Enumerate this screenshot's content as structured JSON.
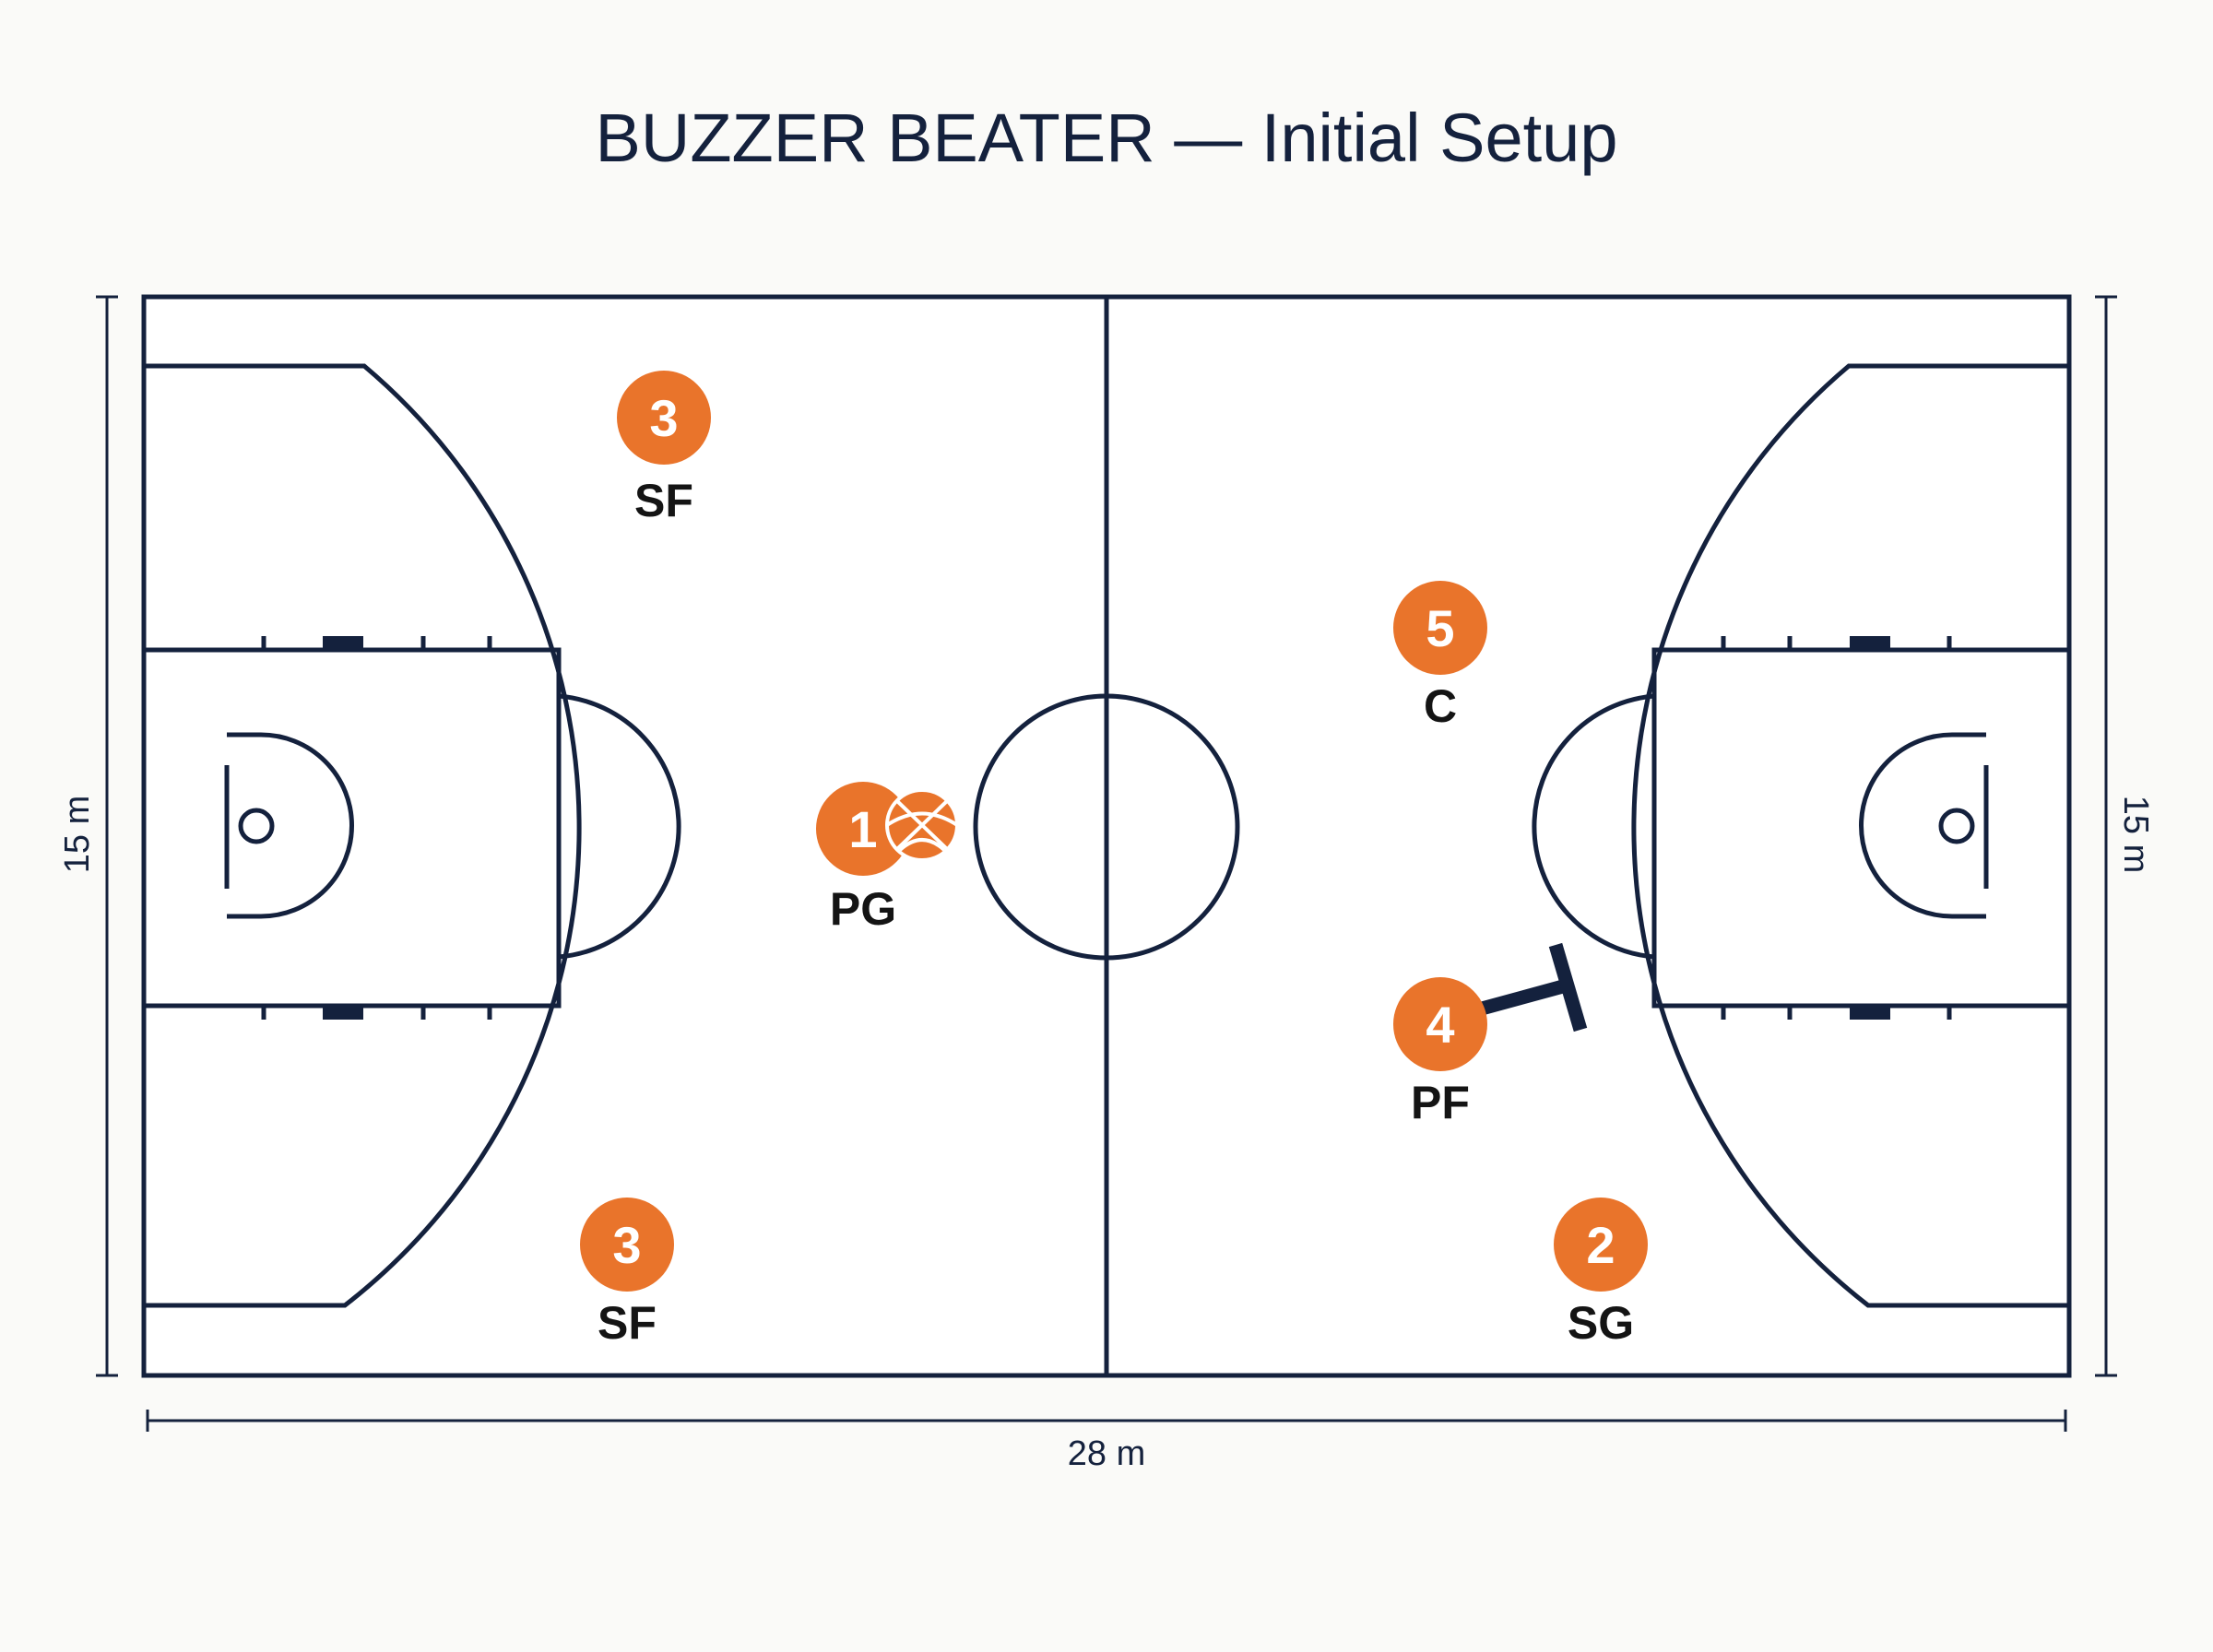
{
  "title": "BUZZER BEATER — Initial Setup",
  "dimensions": {
    "width_label": "28 m",
    "height_label": "15 m"
  },
  "colors": {
    "court_line": "#14213d",
    "player": "#e9742b",
    "background": "#fafaf8"
  },
  "players": [
    {
      "id": "sf-top",
      "number": "3",
      "position": "SF"
    },
    {
      "id": "pg",
      "number": "1",
      "position": "PG",
      "has_ball": true
    },
    {
      "id": "sf-bottom",
      "number": "3",
      "position": "SF"
    },
    {
      "id": "c",
      "number": "5",
      "position": "C"
    },
    {
      "id": "pf",
      "number": "4",
      "position": "PF",
      "action": "screen"
    },
    {
      "id": "sg",
      "number": "2",
      "position": "SG"
    }
  ]
}
